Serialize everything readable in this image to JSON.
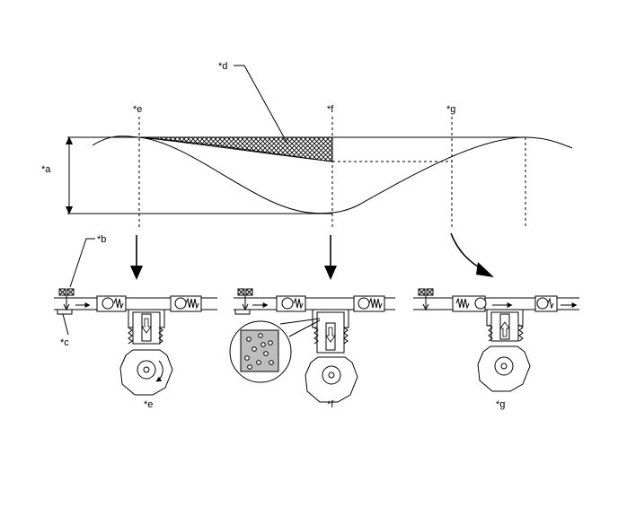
{
  "labels": {
    "a": "*a",
    "b": "*b",
    "c": "*c",
    "d": "*d",
    "e_top": "*e",
    "f_top": "*f",
    "g_top": "*g",
    "e_bottom": "*e",
    "f_bottom": "*f",
    "g_bottom": "*g"
  },
  "icons": {
    "solenoid": "solenoid-valve-icon",
    "check_ball": "check-ball-valve-icon",
    "spring": "spring-icon",
    "cam": "cam-icon",
    "magnifier": "magnified-fuel-view-icon"
  }
}
